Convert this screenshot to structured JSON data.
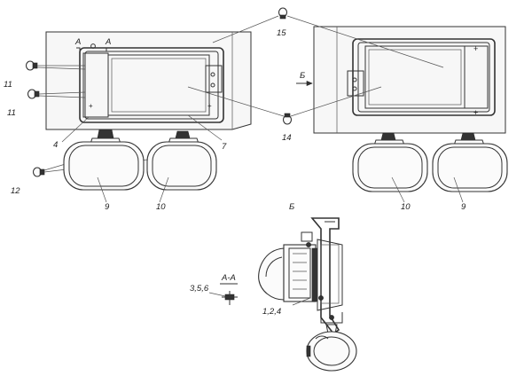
{
  "labels": {
    "l1": "15",
    "l2": "14",
    "l3": "11",
    "l4": "11",
    "l5": "12",
    "l6": "4",
    "l7": "7",
    "l8": "9",
    "l9": "10",
    "l10": "10",
    "l11": "9",
    "l12": "А",
    "l13": "А",
    "l14": "Б",
    "l15": "Б",
    "l16": "А-А",
    "l17": "3,5,6",
    "l18": "1,2,4"
  }
}
